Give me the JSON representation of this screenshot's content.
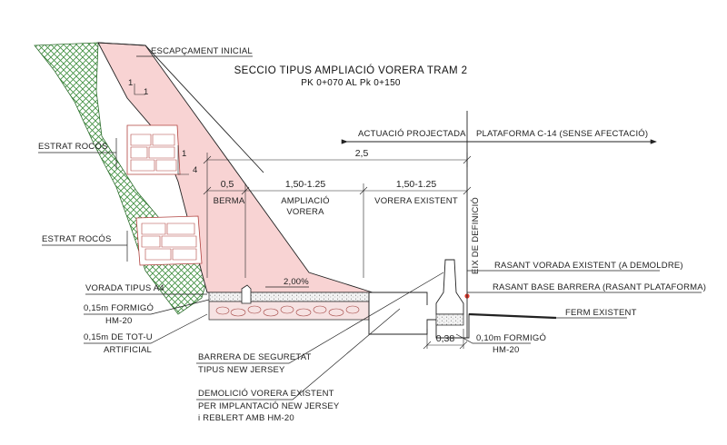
{
  "title": {
    "line1": "SECCIO TIPUS AMPLIACIÓ VORERA TRAM 2",
    "line2": "PK 0+070 AL Pk 0+150"
  },
  "labels": {
    "escapcament": "ESCAPÇAMENT INICIAL",
    "estrat1": "ESTRAT ROCÓS",
    "estrat2": "ESTRAT ROCÓS",
    "vorada": "VORADA TIPUS A4",
    "formigo_1": "0,15m FORMIGÓ",
    "formigo_2": "HM-20",
    "totu_1": "0,15m DE TOT-U",
    "totu_2": "ARTIFICIAL",
    "barrera_1": "BARRERA DE SEGURETAT",
    "barrera_2": "TIPUS NEW JERSEY",
    "demolicio_1": "DEMOLICIÓ VORERA EXISTENT",
    "demolicio_2": "PER IMPLANTACIÓ NEW JERSEY",
    "demolicio_3": "i REBLERT AMB HM-20",
    "rasant_vorada": "RASANT VORADA EXISTENT (A DEMOLDRE)",
    "rasant_base": "RASANT BASE BARRERA (RASANT PLATAFORMA)",
    "ferm": "FERM EXISTENT",
    "formigo_r1": "0,10m FORMIGÓ",
    "formigo_r2": "HM-20",
    "eix": "EIX DE DEFINICIÓ",
    "actuacio": "ACTUACIÓ PROJECTADA",
    "plataforma": "PLATAFORMA C-14 (SENSE AFECTACIÓ)",
    "berma": "BERMA",
    "ampliacio_1": "AMPLIACIÓ",
    "ampliacio_2": "VORERA",
    "vorera_existent": "VORERA EXISTENT",
    "slope_1": "1",
    "slope_1b": "1",
    "slope_2": "1",
    "slope_4": "4",
    "pendent": "2,00%"
  },
  "dimensions": {
    "total": "2,5",
    "berma": "0,5",
    "ampliacio": "1,50-1.25",
    "vorera": "1,50-1.25",
    "base": "0,38"
  },
  "colors": {
    "fill_fill": "#f8d3d3",
    "terrain_hatch": "#3f8f3f",
    "rock_outline": "#b0413e",
    "marker": "#e23b2e"
  }
}
